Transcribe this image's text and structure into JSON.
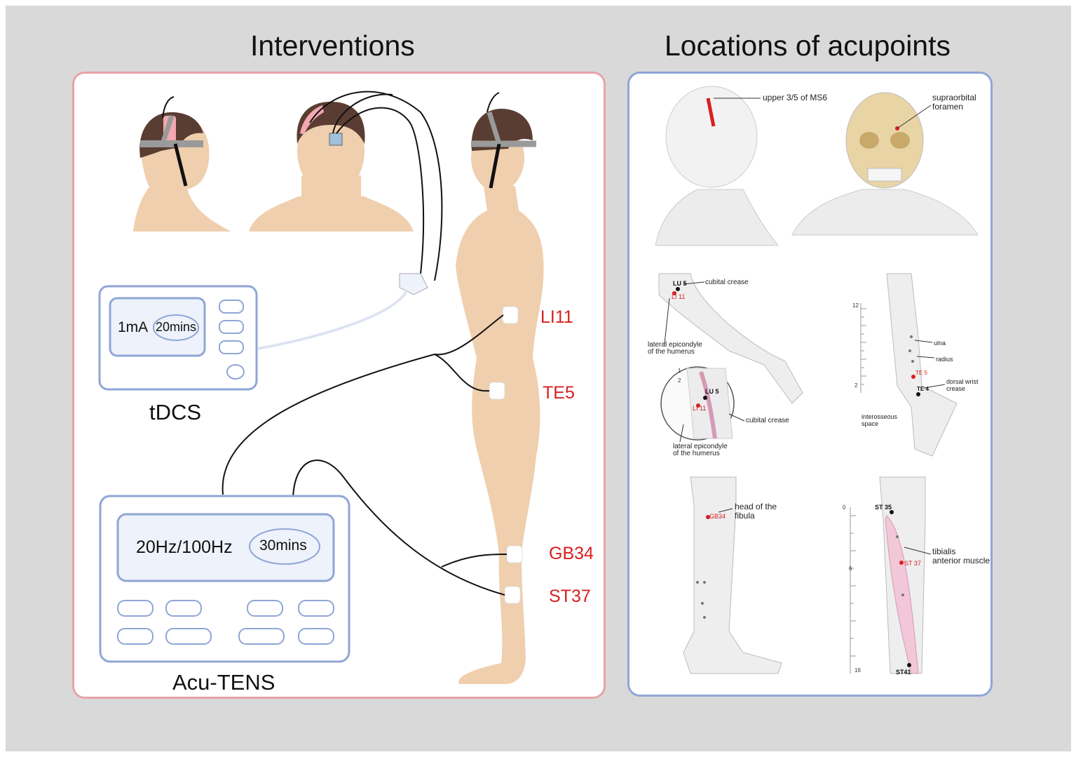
{
  "titles": {
    "left": "Interventions",
    "right": "Locations of acupoints"
  },
  "tdcs": {
    "label": "tDCS",
    "current": "1mA",
    "duration": "20mins"
  },
  "acu_tens": {
    "label": "Acu-TENS",
    "frequency": "20Hz/100Hz",
    "duration": "30mins"
  },
  "electrode_points": [
    "LI11",
    "TE5",
    "GB34",
    "ST37"
  ],
  "head_annotations": {
    "scalp_line": "upper 3/5 of MS6",
    "forehead_point": "supraorbital\nforamen"
  },
  "arm_annotations": {
    "lu5": "LU 5",
    "li11": "LI 11",
    "cubital_crease": "cubital crease",
    "lateral_epicondyle": "lateral epicondyle\nof the humerus",
    "frac_half_a": "1",
    "frac_half_b": "2"
  },
  "forearm_annotations": {
    "ulna": "ulna",
    "radius": "radius",
    "dorsal_wrist_crease": "dorsal wrist\ncrease",
    "interosseous_space": "interosseous\nspace",
    "te5": "TE 5",
    "te4": "TE 4",
    "scale_top": "12",
    "scale_bottom": "2"
  },
  "leg_annotations": {
    "head_of_fibula": "head of the\nfibula",
    "gb34": "GB34",
    "st35": "ST 35",
    "st37": "ST 37",
    "st41": "ST41",
    "tibialis": "tibialis\nanterior muscle",
    "scale_0": "0",
    "scale_6": "6",
    "scale_16": "16"
  },
  "colors": {
    "background": "#d9d9d9",
    "left_border": "#e8a4a8",
    "right_border": "#8fa6d6",
    "device_stroke": "#8fa6d6",
    "device_fill": "#eef2fa",
    "skin": "#efcfae",
    "hair": "#5a3d32",
    "point_red": "#d7201f"
  }
}
